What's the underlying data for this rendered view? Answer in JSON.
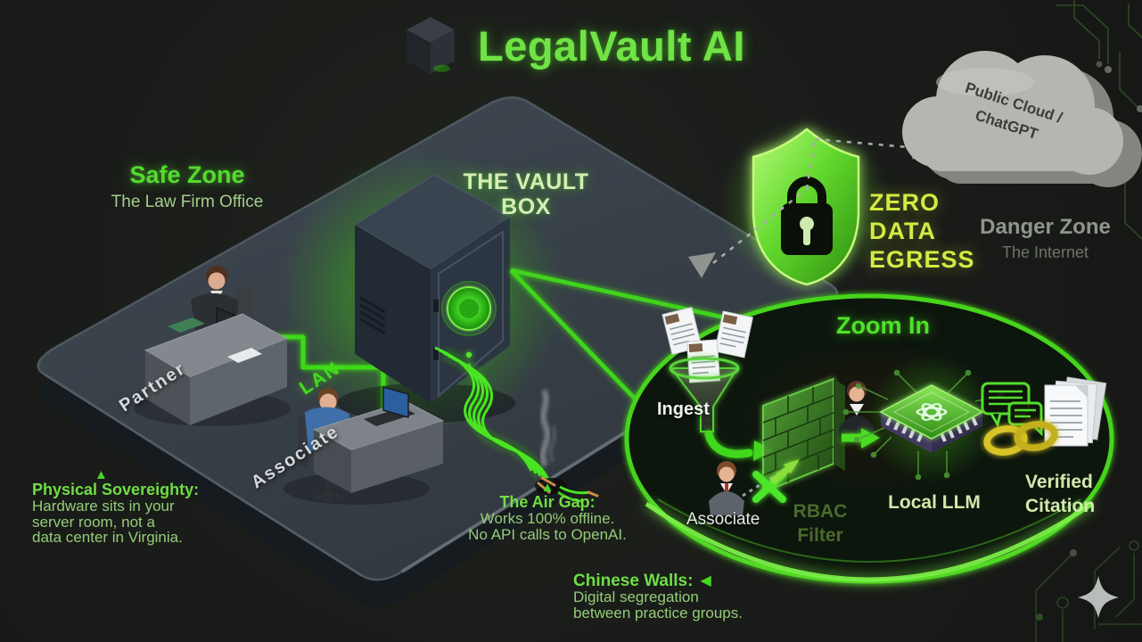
{
  "title": "LegalVault AI",
  "zones": {
    "safe_title": "Safe Zone",
    "safe_subtitle": "The Law Firm Office",
    "danger_title": "Danger Zone",
    "danger_subtitle": "The Internet"
  },
  "vault_label_lines": [
    "THE VAULT",
    "BOX"
  ],
  "egress_lines": [
    "ZERO",
    "DATA",
    "EGRESS"
  ],
  "cloud_label_lines": [
    "Public Cloud /",
    "ChatGPT"
  ],
  "office": {
    "partner": "Partner",
    "lan": "LAN",
    "associate": "Associate"
  },
  "notes": {
    "sovereignty_title": "Physical Sovereighty:",
    "sovereignty_lines": [
      "Hardware sits in your",
      "server room, not a",
      "data center in Virginia."
    ],
    "airgap_title": "The Air Gap:",
    "airgap_lines": [
      "Works 100% offline.",
      "No API calls to OpenAI."
    ],
    "walls_title": "Chinese Walls:",
    "walls_lines": [
      "Digital segregation",
      "between practice groups."
    ]
  },
  "zoom_panel": {
    "title": "Zoom In",
    "ingest_label": "Ingest",
    "associate_label": "Associate",
    "rbac_lines": [
      "RBAC",
      "Filter"
    ],
    "llm_label": "Local LLM",
    "citation_lines": [
      "Verified",
      "Citation"
    ]
  },
  "icons": {
    "pointer_up": "▲",
    "pointer_left": "◀"
  },
  "colors": {
    "accent_green": "#52df2b",
    "lime": "#d3ea43",
    "pale_green": "#d2e9ab",
    "body_green": "#94cc79",
    "zone_gray": "#90948e"
  }
}
